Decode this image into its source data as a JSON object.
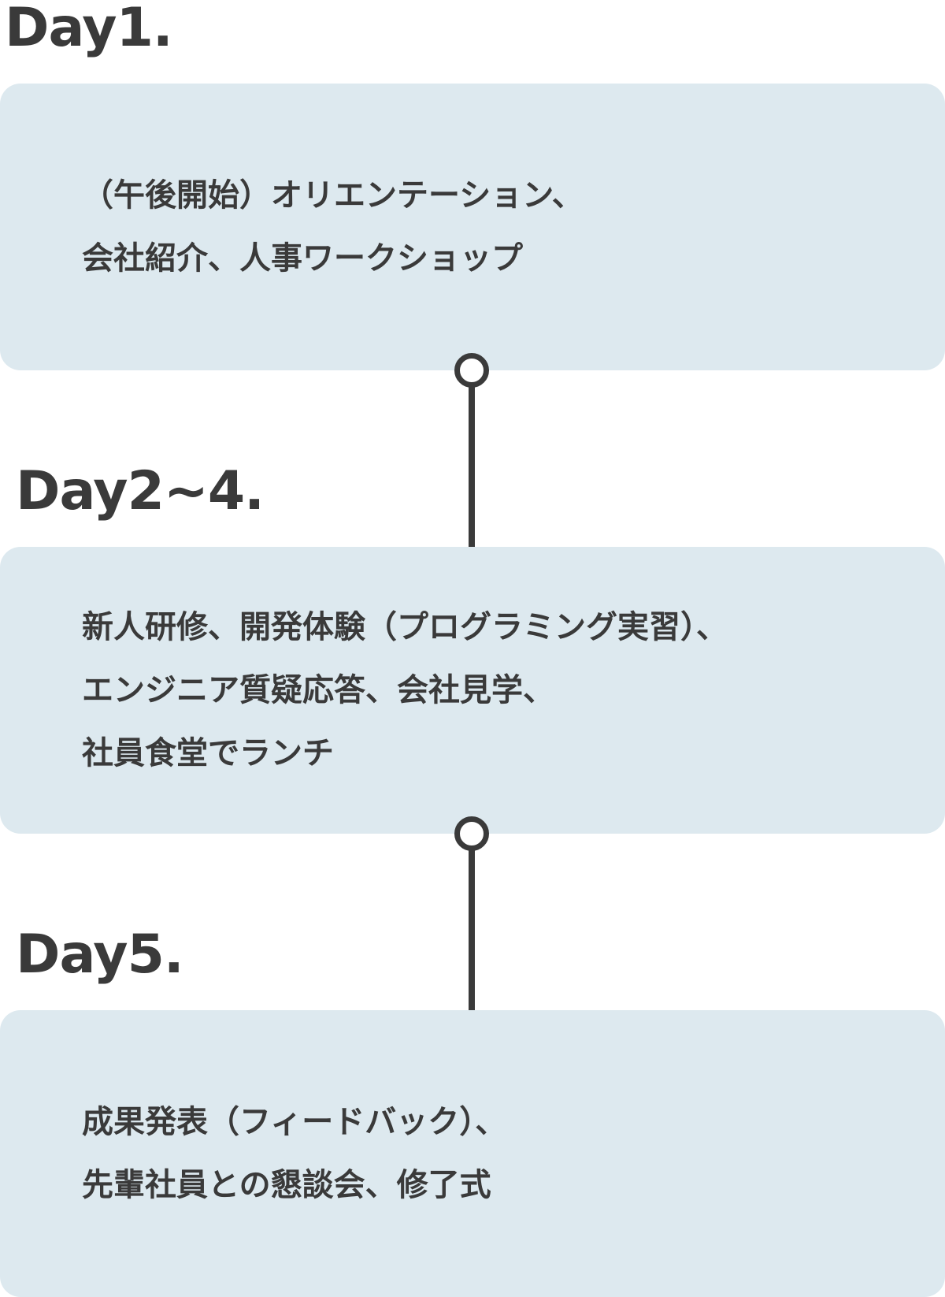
{
  "steps": [
    {
      "day": "Day1.",
      "lines": [
        "（午後開始）オリエンテーション、",
        "会社紹介、人事ワークショップ"
      ]
    },
    {
      "day": "Day2~4.",
      "lines": [
        "新人研修、開発体験（プログラミング実習）、",
        "エンジニア質疑応答、会社見学、",
        "社員食堂でランチ"
      ]
    },
    {
      "day": "Day5.",
      "lines": [
        "成果発表（フィードバック）、",
        "先輩社員との懇談会、修了式"
      ]
    }
  ],
  "colors": {
    "card_background": "#dde9ef",
    "text": "#3a3a3a",
    "connector": "#3a3a3a"
  }
}
